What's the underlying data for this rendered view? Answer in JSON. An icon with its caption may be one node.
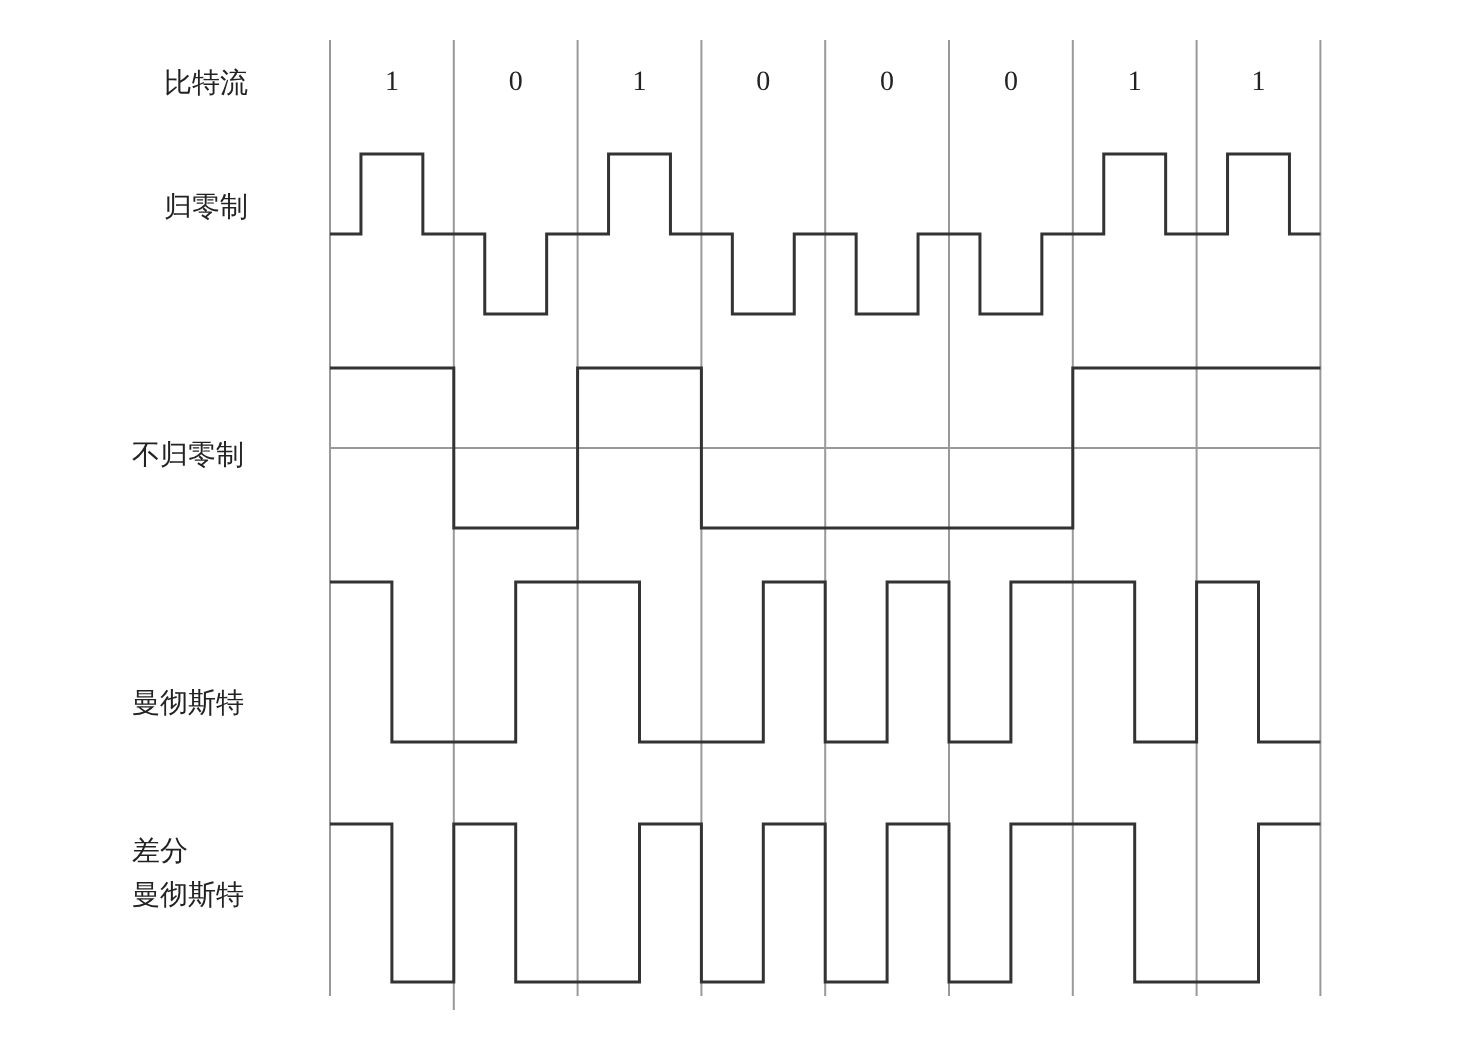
{
  "diagram": {
    "labels": [
      "比特流",
      "1",
      "0",
      "1",
      "0",
      "0",
      "0",
      "1",
      "1",
      "归零制",
      "不归零制",
      "曼彻斯特",
      "差分",
      "曼彻斯特"
    ]
  }
}
